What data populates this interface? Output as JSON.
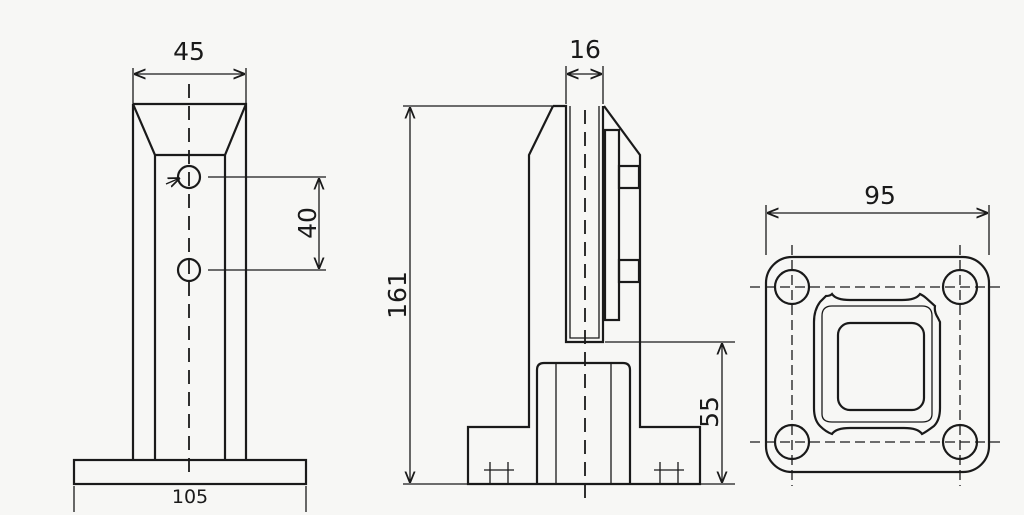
{
  "front_view": {
    "width_top": "45",
    "hole_spacing": "40",
    "base_width": "105"
  },
  "side_view": {
    "glass_slot": "16",
    "height": "161",
    "slot_bottom_height": "55"
  },
  "base_plate_view": {
    "width": "95"
  }
}
